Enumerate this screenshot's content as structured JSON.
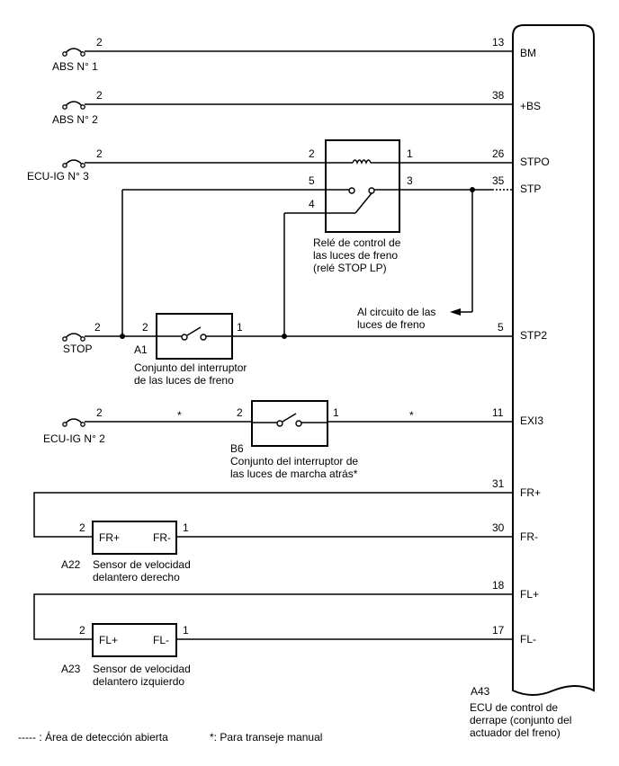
{
  "fuses": {
    "abs1": "ABS N° 1",
    "abs2": "ABS N° 2",
    "ecuig3": "ECU-IG N° 3",
    "stop": "STOP",
    "ecuig2": "ECU-IG N° 2"
  },
  "pins": {
    "abs1_src": "2",
    "bm": "13",
    "abs2_src": "2",
    "bs": "38",
    "ecuig3_src": "2",
    "relay_2": "2",
    "relay_1": "1",
    "stpo": "26",
    "relay_5": "5",
    "relay_3": "3",
    "stp": "35",
    "relay_4": "4",
    "stop_src": "2",
    "a1_2": "2",
    "a1_1": "1",
    "stp2": "5",
    "ecuig2_src": "2",
    "b6_2": "2",
    "b6_1": "1",
    "exi3": "11",
    "frp": "31",
    "a22_2": "2",
    "a22_1": "1",
    "frm": "30",
    "flp": "18",
    "a23_2": "2",
    "a23_1": "1",
    "flm": "17"
  },
  "signals": {
    "bm": "BM",
    "bs": "+BS",
    "stpo": "STPO",
    "stp": "STP",
    "stp2": "STP2",
    "exi3": "EXI3",
    "frp": "FR+",
    "frm": "FR-",
    "flp": "FL+",
    "flm": "FL-"
  },
  "relay": {
    "line1": "Relé de control de",
    "line2": "las luces de freno",
    "line3": "(relé STOP LP)"
  },
  "brake_circuit": {
    "line1": "Al circuito de las",
    "line2": "luces de freno"
  },
  "a1": {
    "code": "A1",
    "line1": "Conjunto del interruptor",
    "line2": "de las luces de freno"
  },
  "b6": {
    "code": "B6",
    "line1": "Conjunto del interruptor de",
    "line2": "las luces de marcha atrás*"
  },
  "a22": {
    "code": "A22",
    "plus": "FR+",
    "minus": "FR-",
    "line1": "Sensor de velocidad",
    "line2": "delantero derecho"
  },
  "a23": {
    "code": "A23",
    "plus": "FL+",
    "minus": "FL-",
    "line1": "Sensor de velocidad",
    "line2": "delantero izquierdo"
  },
  "ecu": {
    "code": "A43",
    "line1": "ECU de control de",
    "line2": "derrape (conjunto del",
    "line3": "actuador del freno)"
  },
  "asterisk": "*",
  "legend": {
    "open_area": "----- : Área de detección abierta",
    "manual": "*: Para transeje manual"
  }
}
